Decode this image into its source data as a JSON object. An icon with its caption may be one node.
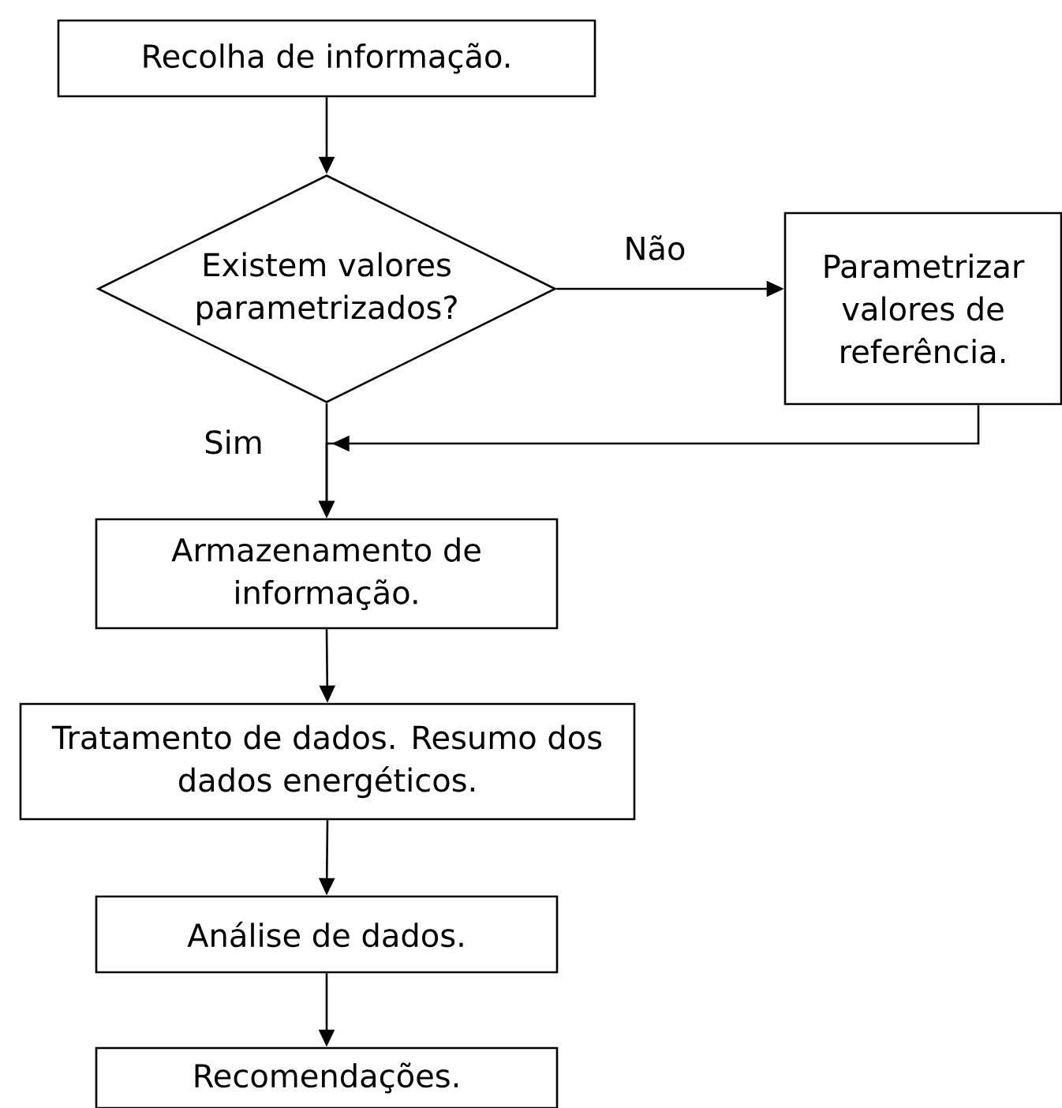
{
  "diagram": {
    "nodes": [
      {
        "text": [
          "Recolha de informação."
        ]
      },
      {
        "text": [
          "Existem valores parametrizados?"
        ]
      },
      {
        "text": [
          "Parametrizar valores de referência."
        ]
      },
      {
        "text": [
          "Armazenamento de informação."
        ]
      },
      {
        "text": [
          "Tratamento de dados. Resumo dos dados energéticos."
        ]
      },
      {
        "text": [
          "Análise de dados."
        ]
      },
      {
        "text": [
          "Recomendações."
        ]
      }
    ],
    "edges": [
      {
        "from": 0,
        "to": 1,
        "arrow": "to"
      },
      {
        "from": 1,
        "to": 2,
        "arrow": "to",
        "label": "Não"
      },
      {
        "from": 2,
        "to": 3,
        "arrow": "to"
      },
      {
        "from": 1,
        "to": 3,
        "arrow": "to",
        "label": "Sim"
      },
      {
        "from": 3,
        "to": 4,
        "arrow": "to"
      },
      {
        "from": 4,
        "to": 5,
        "arrow": "to"
      },
      {
        "from": 5,
        "to": 6,
        "arrow": "to"
      }
    ]
  }
}
